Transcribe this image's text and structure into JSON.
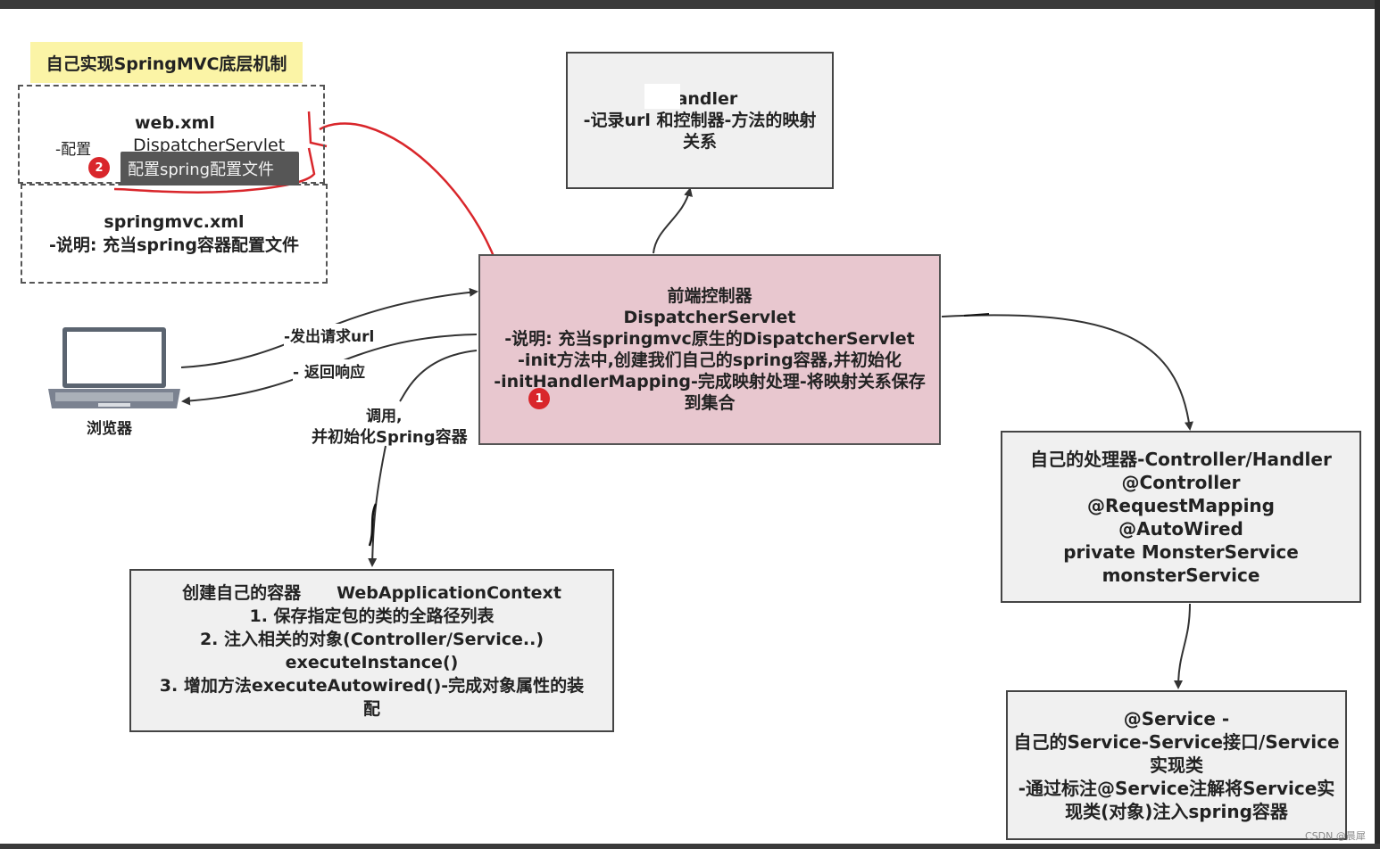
{
  "title_label": "自己实现SpringMVC底层机制",
  "webxml_box": {
    "title": "web.xml",
    "config_prefix": "-配置",
    "line": "DispatcherServlet"
  },
  "tooltip": {
    "badge": "2",
    "text": "配置spring配置文件"
  },
  "springmvc_box": {
    "title": "springmvc.xml",
    "desc": "-说明: 充当spring容器配置文件"
  },
  "handler_box": {
    "title": "Handler",
    "line1": "-记录url 和控制器-方法的映射",
    "line2": "关系"
  },
  "dispatcher_box": {
    "title": "前端控制器",
    "name": "DispatcherServlet",
    "line1": "-说明: 充当springmvc原生的DispatcherServlet",
    "line2": "-init方法中,创建我们自己的spring容器,并初始化",
    "line3": "-initHandlerMapping-完成映射处理-将映射关系保存",
    "line4": "到集合",
    "badge": "1"
  },
  "browser": {
    "label": "浏览器"
  },
  "edge_labels": {
    "request": "-发出请求url",
    "response": "- 返回响应",
    "call_line1": "调用,",
    "call_line2": "并初始化Spring容器"
  },
  "container_box": {
    "line1": "创建自己的容器",
    "line1b": "WebApplicationContext",
    "line2": "1. 保存指定包的类的全路径列表",
    "line3": "2. 注入相关的对象(Controller/Service..)",
    "line4": "executeInstance()",
    "line5": "3. 增加方法executeAutowired()-完成对象属性的装",
    "line6": "配"
  },
  "controller_box": {
    "line1": "自己的处理器-Controller/Handler",
    "line2": "@Controller",
    "line3": "@RequestMapping",
    "line4": "@AutoWired",
    "line5": "private MonsterService",
    "line6": "monsterService"
  },
  "service_box": {
    "line1": "@Service -",
    "line2": "自己的Service-Service接口/Service",
    "line3": "实现类",
    "line4": "-通过标注@Service注解将Service实",
    "line5": "现类(对象)注入spring容器"
  },
  "watermark": "CSDN @晨犀",
  "colors": {
    "dispatcher_fill": "#e8c7cf",
    "title_highlight": "#fbf4a6",
    "annotation_red": "#d9262b",
    "box_fill": "#f0f0f0"
  }
}
